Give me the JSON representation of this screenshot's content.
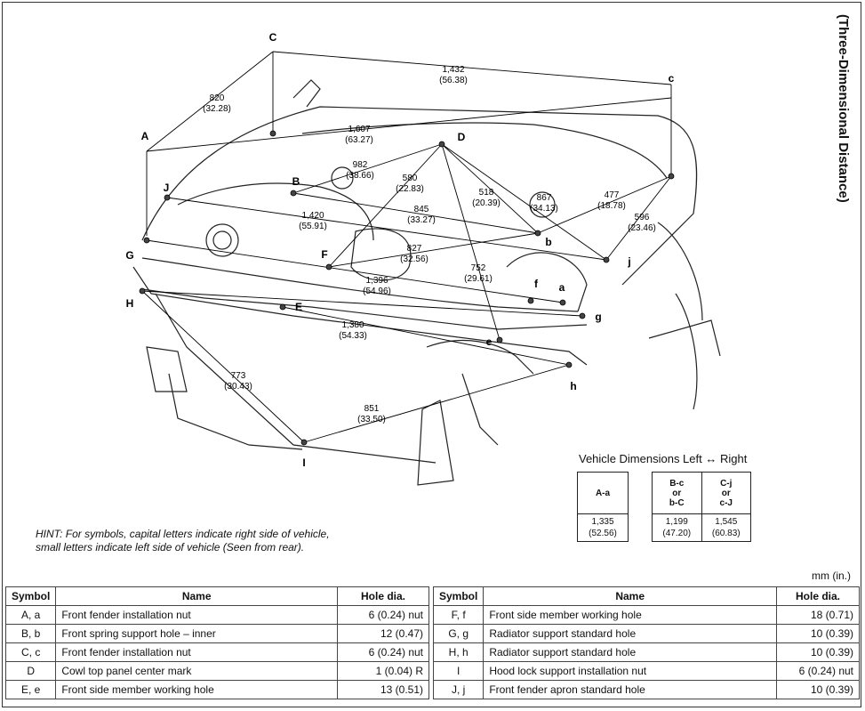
{
  "side_title": "(Three-Dimensional Distance)",
  "points": {
    "A": "A",
    "C": "C",
    "c": "c",
    "D": "D",
    "J": "J",
    "B": "B",
    "b": "b",
    "G": "G",
    "H": "H",
    "F": "F",
    "E": "E",
    "f": "f",
    "a": "a",
    "j": "j",
    "g": "g",
    "e": "e",
    "h": "h",
    "I": "I"
  },
  "dimensions": {
    "d1432": [
      "1,432",
      "(56.38)"
    ],
    "d820": [
      "820",
      "(32.28)"
    ],
    "d1607": [
      "1,607",
      "(63.27)"
    ],
    "d982": [
      "982",
      "(38.66)"
    ],
    "d580": [
      "580",
      "(22.83)"
    ],
    "d518": [
      "518",
      "(20.39)"
    ],
    "d867": [
      "867",
      "(34.13)"
    ],
    "d477": [
      "477",
      "(18.78)"
    ],
    "d596": [
      "596",
      "(23.46)"
    ],
    "d1420": [
      "1,420",
      "(55.91)"
    ],
    "d845": [
      "845",
      "(33.27)"
    ],
    "d827": [
      "827",
      "(32.56)"
    ],
    "d752": [
      "752",
      "(29.61)"
    ],
    "d1396": [
      "1,396",
      "(54.96)"
    ],
    "d1380": [
      "1,380",
      "(54.33)"
    ],
    "d773": [
      "773",
      "(30.43)"
    ],
    "d851": [
      "851",
      "(33.50)"
    ]
  },
  "vehicle_dims": {
    "title": "Vehicle Dimensions Left ↔ Right",
    "aa": {
      "head": [
        "A-a"
      ],
      "value": [
        "1,335",
        "(52.56)"
      ]
    },
    "bc": {
      "head": [
        "B-c",
        "or",
        "b-C"
      ],
      "value": [
        "1,199",
        "(47.20)"
      ]
    },
    "cj": {
      "head": [
        "C-j",
        "or",
        "c-J"
      ],
      "value": [
        "1,545",
        "(60.83)"
      ]
    }
  },
  "hint": {
    "line1": "HINT:    For symbols, capital letters indicate right side of vehicle,",
    "line2": "small letters indicate left side of vehicle (Seen from rear)."
  },
  "unit": "mm (in.)",
  "legend": {
    "headers": [
      "Symbol",
      "Name",
      "Hole dia."
    ],
    "left": [
      [
        "A, a",
        "Front fender installation nut",
        "6 (0.24) nut"
      ],
      [
        "B, b",
        "Front spring support hole – inner",
        "12 (0.47)"
      ],
      [
        "C, c",
        "Front fender installation nut",
        "6 (0.24) nut"
      ],
      [
        "D",
        "Cowl top panel center mark",
        "1 (0.04) R"
      ],
      [
        "E, e",
        "Front side member working hole",
        "13 (0.51)"
      ]
    ],
    "right": [
      [
        "F, f",
        "Front side member working hole",
        "18 (0.71)"
      ],
      [
        "G, g",
        "Radiator support standard hole",
        "10 (0.39)"
      ],
      [
        "H, h",
        "Radiator support standard hole",
        "10 (0.39)"
      ],
      [
        "I",
        "Hood lock support installation nut",
        "6 (0.24) nut"
      ],
      [
        "J, j",
        "Front fender apron standard hole",
        "10 (0.39)"
      ]
    ]
  }
}
